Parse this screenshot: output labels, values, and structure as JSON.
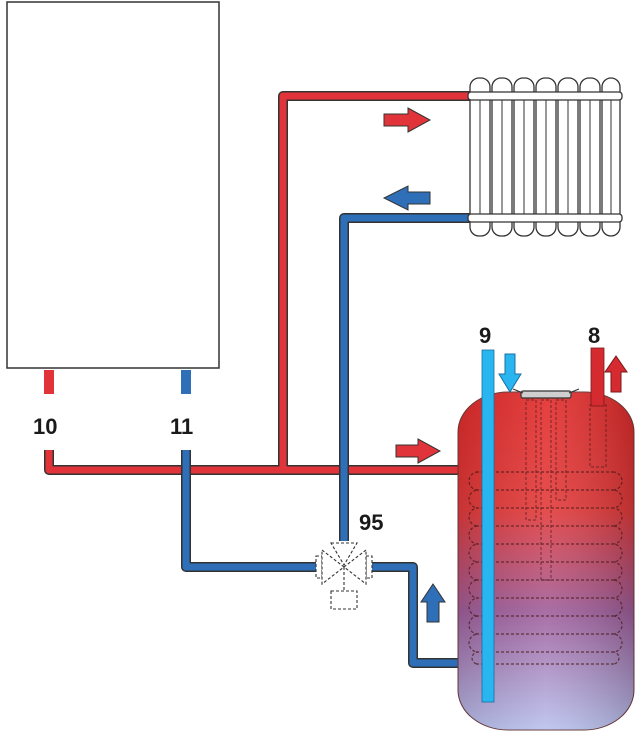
{
  "labels": {
    "boiler_flow": "10",
    "boiler_return": "11",
    "cold_water_in": "9",
    "hot_water_out": "8",
    "three_way_valve": "95"
  },
  "colors": {
    "flow_pipe": "#e0343a",
    "return_pipe": "#2e6fb8",
    "cold_water_pipe": "#29b6f0",
    "hot_water_pipe": "#d42a30",
    "outline": "#333333",
    "boiler_body": "#ffffff",
    "tank_top": "#e22a2a",
    "tank_bottom": "#b9c2ef"
  },
  "flow_directions": {
    "radiator_supply": "right",
    "radiator_return": "left",
    "tank_coil_supply": "right",
    "coil_return": "up",
    "cold_water_in": "down",
    "hot_water_out": "up"
  }
}
